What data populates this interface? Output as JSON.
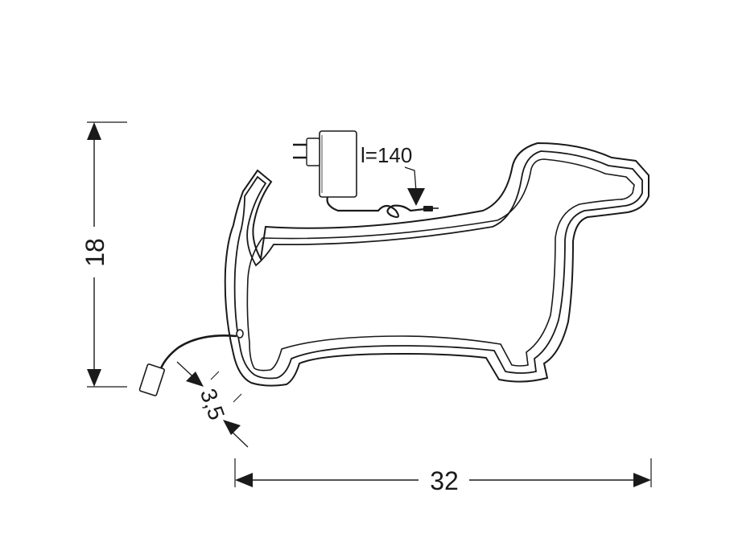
{
  "dimensions": {
    "height_label": "18",
    "width_label": "32",
    "depth_label": "3,5",
    "cable_length_label": "l=140"
  },
  "colors": {
    "ink": "#1a1a1a",
    "background": "#ffffff"
  },
  "icons": {
    "adapter": "power-adapter-icon",
    "lamp": "dachshund-lamp-outline"
  }
}
